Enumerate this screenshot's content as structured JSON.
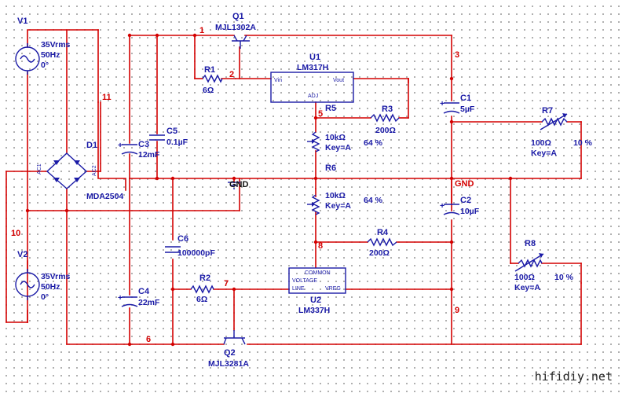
{
  "sources": {
    "v1": {
      "ref": "V1",
      "amplitude": "35Vrms",
      "freq": "50Hz",
      "phase": "0°"
    },
    "v2": {
      "ref": "V2",
      "amplitude": "35Vrms",
      "freq": "50Hz",
      "phase": "0°"
    }
  },
  "bridge": {
    "ref": "D1",
    "part": "MDA2504",
    "pin_ac1": "AC1",
    "pin_ac2": "AC2"
  },
  "transistors": {
    "q1": {
      "ref": "Q1",
      "part": "MJL1302A"
    },
    "q2": {
      "ref": "Q2",
      "part": "MJL3281A"
    }
  },
  "regulators": {
    "u1": {
      "ref": "U1",
      "part": "LM317H",
      "pin_vin": "Vin",
      "pin_vout": "Vout",
      "pin_adj": "ADJ"
    },
    "u2": {
      "ref": "U2",
      "part": "LM337H",
      "pin_common": "COMMON",
      "pin_vin": "VOLTAGE",
      "pin_line": "LINE",
      "pin_vreg": "VREG"
    }
  },
  "resistors": {
    "r1": {
      "ref": "R1",
      "value": "6Ω"
    },
    "r2": {
      "ref": "R2",
      "value": "6Ω"
    },
    "r3": {
      "ref": "R3",
      "value": "200Ω"
    },
    "r4": {
      "ref": "R4",
      "value": "200Ω"
    }
  },
  "pots": {
    "r5": {
      "ref": "R5",
      "value": "10kΩ",
      "key": "Key=A",
      "percent": "64 %"
    },
    "r6": {
      "ref": "R6",
      "value": "10kΩ",
      "key": "Key=A",
      "percent": "64 %"
    },
    "r7": {
      "ref": "R7",
      "value": "100Ω",
      "key": "Key=A",
      "percent": "10 %"
    },
    "r8": {
      "ref": "R8",
      "value": "100Ω",
      "key": "Key=A",
      "percent": "10 %"
    }
  },
  "capacitors": {
    "c1": {
      "ref": "C1",
      "value": "5µF"
    },
    "c2": {
      "ref": "C2",
      "value": "10µF"
    },
    "c3": {
      "ref": "C3",
      "value": "12mF"
    },
    "c4": {
      "ref": "C4",
      "value": "22mF"
    },
    "c5": {
      "ref": "C5",
      "value": "0.1µF"
    },
    "c6": {
      "ref": "C6",
      "value": "100000pF"
    }
  },
  "ground": {
    "label": "GND"
  },
  "nets": {
    "n1": "1",
    "n2": "2",
    "n3": "3",
    "n5": "5",
    "n6": "6",
    "n7": "7",
    "n8": "8",
    "n9": "9",
    "n10": "10",
    "n11": "11",
    "gnd": "GND"
  },
  "watermark": "hifidiy.net",
  "colors": {
    "wire": "#d40000",
    "component": "#1a1aa6",
    "grid_dot": "#9a9a9a"
  }
}
